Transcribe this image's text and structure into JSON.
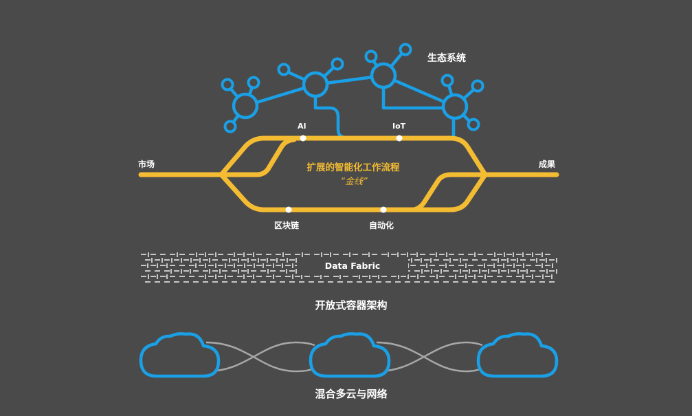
{
  "ecosystem": {
    "title": "生态系统"
  },
  "golden_line": {
    "left_label": "市场",
    "right_label": "成果",
    "title": "扩展的智能化工作流程",
    "subtitle": "“金线”",
    "node_labels": [
      "AI",
      "IoT",
      "区块链",
      "自动化"
    ]
  },
  "fabric": {
    "badge": "Data Fabric",
    "caption": "开放式容器架构"
  },
  "cloud": {
    "caption": "混合多云与网络"
  },
  "colors": {
    "background": "#4a4a4a",
    "blue": "#1aa0e6",
    "gold": "#f4bc32",
    "fabric": "#c8c8c8",
    "link": "#a8a8a8"
  }
}
